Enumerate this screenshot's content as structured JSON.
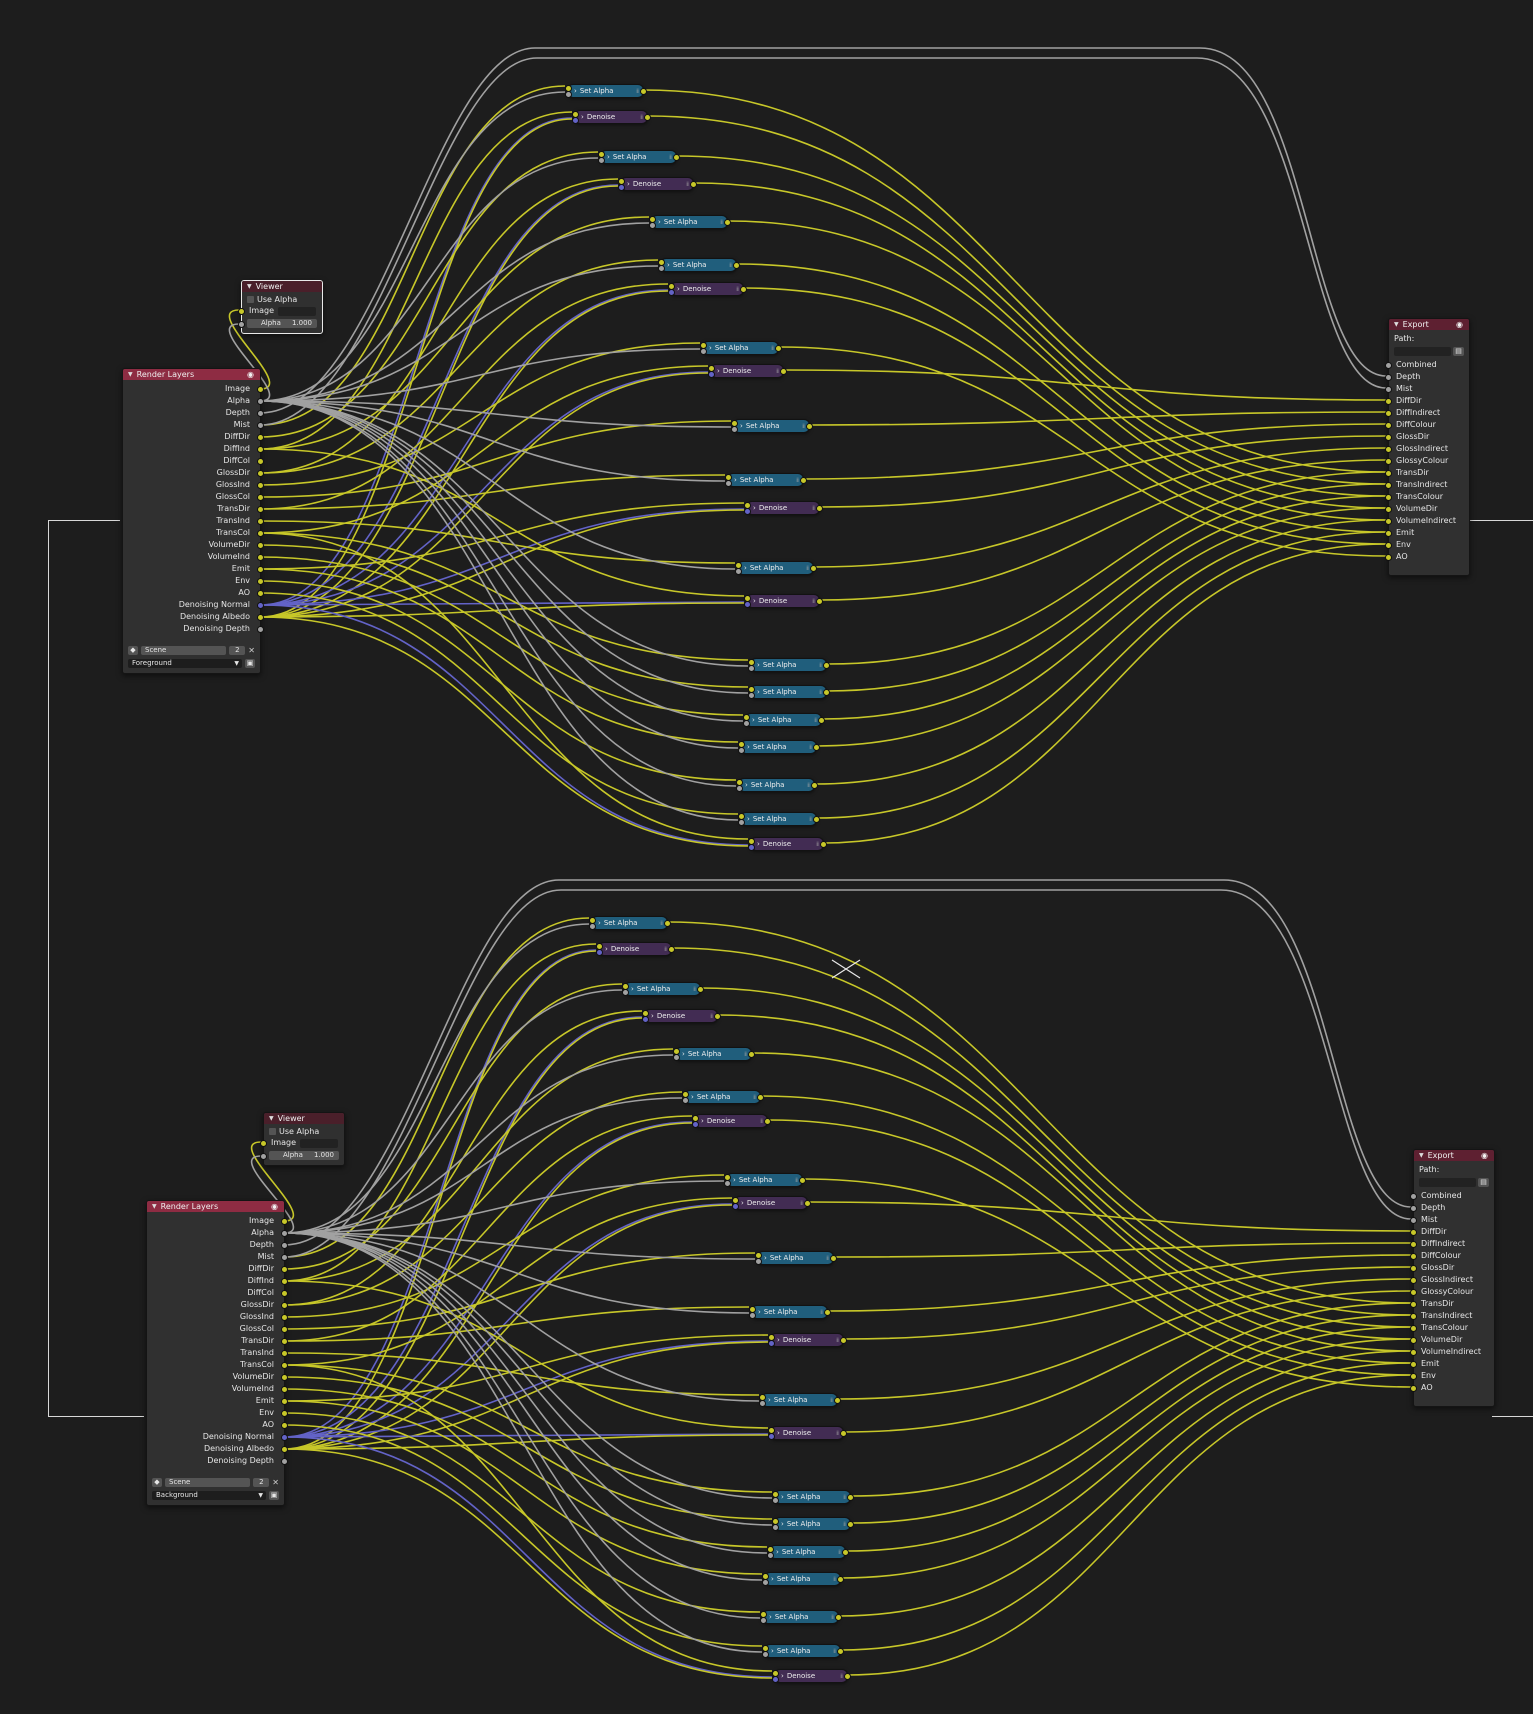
{
  "colors": {
    "background": "#1d1d1d",
    "link_float": "#c7c729",
    "link_value": "#a1a1a1",
    "link_vector": "#6363c7",
    "set_alpha_node": "#205e7c",
    "denoise_node": "#422c53",
    "render_layers_header": "#8e2c43",
    "output_header": "#5e2031"
  },
  "render_layers": {
    "title": "Render Layers",
    "outputs": [
      "Image",
      "Alpha",
      "Depth",
      "Mist",
      "DiffDir",
      "DiffInd",
      "DiffCol",
      "GlossDir",
      "GlossInd",
      "GlossCol",
      "TransDir",
      "TransInd",
      "TransCol",
      "VolumeDir",
      "VolumeInd",
      "Emit",
      "Env",
      "AO",
      "Denoising Normal",
      "Denoising Albedo",
      "Denoising Depth"
    ],
    "scene_value": "Scene",
    "scene_users": "2"
  },
  "groups": [
    {
      "layer": "Foreground"
    },
    {
      "layer": "Background"
    }
  ],
  "viewer": {
    "title": "Viewer",
    "use_alpha": "Use Alpha",
    "image_label": "Image",
    "alpha_label": "Alpha",
    "alpha_value": "1.000"
  },
  "export": {
    "title": "Export",
    "path_label": "Path:",
    "inputs": [
      "Combined",
      "Depth",
      "Mist",
      "DiffDir",
      "DiffIndirect",
      "DiffColour",
      "GlossDir",
      "GlossIndirect",
      "GlossyColour",
      "TransDir",
      "TransIndirect",
      "TransColour",
      "VolumeDir",
      "VolumeIndirect",
      "Emit",
      "Env",
      "AO"
    ]
  },
  "compositor_nodes": {
    "set_alpha": "Set Alpha",
    "denoise": "Denoise"
  }
}
